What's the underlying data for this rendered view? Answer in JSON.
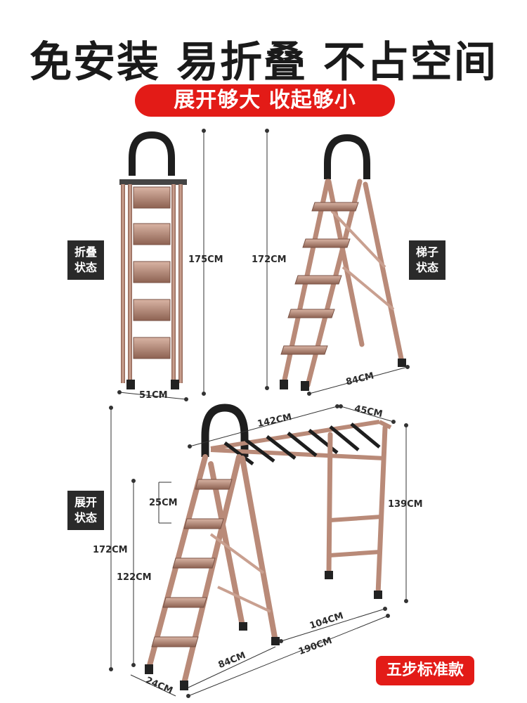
{
  "headline": "免安装 易折叠 不占空间",
  "subheadline": "展开够大 收起够小",
  "states": {
    "folded": {
      "line1": "折叠",
      "line2": "状态"
    },
    "ladder": {
      "line1": "梯子",
      "line2": "状态"
    },
    "unfolded": {
      "line1": "展开",
      "line2": "状态"
    }
  },
  "dimensions": {
    "folded_height": "175CM",
    "folded_width": "51CM",
    "ladder_height": "172CM",
    "ladder_depth": "84CM",
    "rack_length": "142CM",
    "rack_width": "45CM",
    "rack_height": "139CM",
    "step_gap": "25CM",
    "total_height": "172CM",
    "step_height": "122CM",
    "base_84": "84CM",
    "base_104": "104CM",
    "total_length": "190CM",
    "base_24": "24CM"
  },
  "model_badge": "五步标准款",
  "colors": {
    "accent": "#e31b17",
    "frame": "#b98a78",
    "handle": "#1e1e1e"
  }
}
